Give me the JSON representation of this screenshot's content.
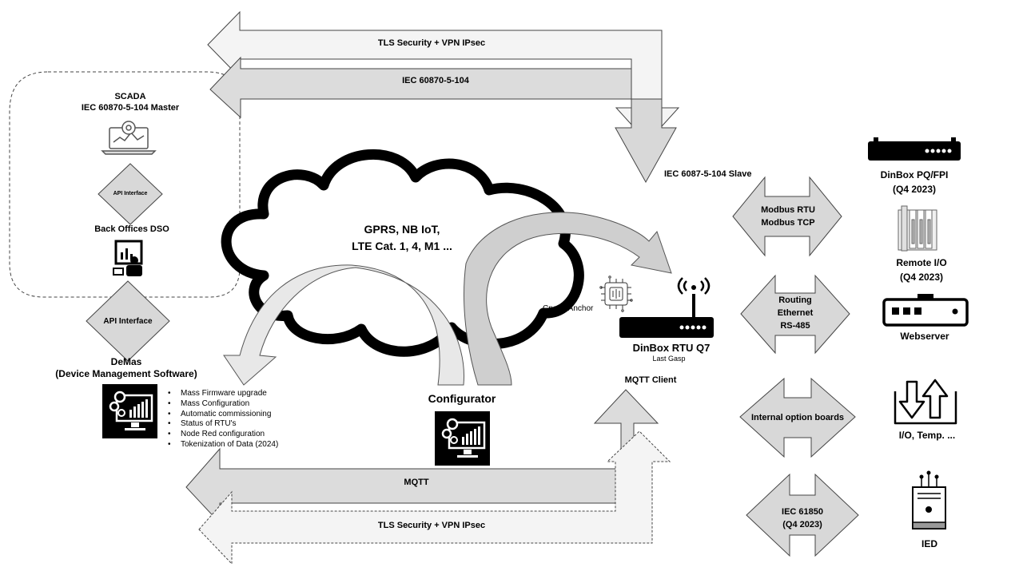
{
  "links": {
    "top_outer": "TLS Security + VPN IPsec",
    "top_inner": "IEC 60870-5-104",
    "bottom_inner": "MQTT",
    "bottom_outer": "TLS Security + VPN IPsec"
  },
  "scada": {
    "title": "SCADA",
    "subtitle": "IEC 60870-5-104  Master",
    "api": "API Interface",
    "back_office": "Back Offices DSO"
  },
  "demas": {
    "api": "API Interface",
    "title": "DeMas",
    "subtitle": "(Device Management Software)",
    "features": [
      "Mass Firmware upgrade",
      "Mass Configuration",
      "Automatic commissioning",
      "Status of RTU's",
      "Node Red configuration",
      "Tokenization of Data (2024)"
    ]
  },
  "cloud": {
    "line1": "GPRS, NB IoT,",
    "line2": "LTE Cat. 1, 4, M1 ..."
  },
  "configurator": {
    "label": "Configurator"
  },
  "rtu": {
    "slave": "IEC 6087-5-104 Slave",
    "crypto": "Crypto Anchor",
    "name": "DinBox RTU Q7",
    "sub": "Last Gasp",
    "mqtt_client": "MQTT  Client"
  },
  "interfaces": [
    {
      "lines": [
        "Modbus RTU",
        "Modbus TCP"
      ]
    },
    {
      "lines": [
        "Routing",
        "Ethernet",
        "RS-485"
      ]
    },
    {
      "lines": [
        "Internal option boards"
      ]
    },
    {
      "lines": [
        "IEC 61850",
        "(Q4 2023)"
      ]
    }
  ],
  "devices": [
    {
      "lines": [
        "DinBox PQ/FPI",
        "(Q4 2023)"
      ]
    },
    {
      "lines": [
        "Remote I/O",
        "(Q4 2023)"
      ]
    },
    {
      "lines": [
        "Webserver"
      ]
    },
    {
      "lines": [
        "I/O,  Temp. ..."
      ]
    },
    {
      "lines": [
        "IED"
      ]
    }
  ]
}
